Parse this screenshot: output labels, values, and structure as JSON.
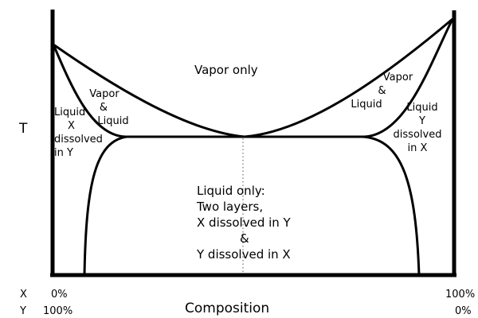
{
  "diagram": {
    "type": "phase-diagram",
    "y_axis_label": "T",
    "x_axis_label": "Composition",
    "x_axis_rows": [
      {
        "component": "X",
        "left_value": "0%",
        "right_value": "100%"
      },
      {
        "component": "Y",
        "left_value": "100%",
        "right_value": "0%"
      }
    ],
    "regions": {
      "vapor_only": "Vapor only",
      "vapor_liquid_left": [
        "Vapor",
        "&",
        "Liquid"
      ],
      "vapor_liquid_right": [
        "Vapor",
        "&",
        "Liquid"
      ],
      "liquid_x_in_y": [
        "Liquid",
        "X",
        "dissolved",
        "in Y"
      ],
      "liquid_y_in_x": [
        "Liquid",
        "Y",
        "dissolved",
        "in X"
      ],
      "liquid_two_layers": [
        "Liquid only:",
        "Two layers,",
        "X dissolved in Y",
        "&",
        "Y dissolved in X"
      ]
    },
    "colors": {
      "line": "#000000",
      "background": "#ffffff"
    }
  }
}
